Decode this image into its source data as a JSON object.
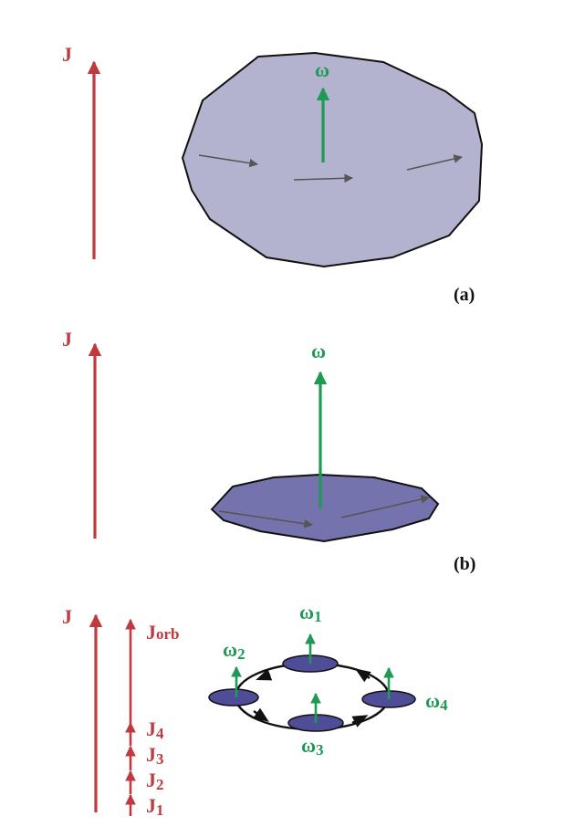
{
  "panel_a": {
    "j_label": "J",
    "omega_label": "ω",
    "caption": "(a)"
  },
  "panel_b": {
    "j_label": "J",
    "omega_label": "ω",
    "caption": "(b)"
  },
  "panel_c": {
    "j_label": "J",
    "j_orb_label": "J",
    "j_orb_sub": "orb",
    "j_components": [
      {
        "main": "J",
        "sub": "4"
      },
      {
        "main": "J",
        "sub": "3"
      },
      {
        "main": "J",
        "sub": "2"
      },
      {
        "main": "J",
        "sub": "1"
      }
    ],
    "omegas": [
      {
        "main": "ω",
        "sub": "1"
      },
      {
        "main": "ω",
        "sub": "2"
      },
      {
        "main": "ω",
        "sub": "3"
      },
      {
        "main": "ω",
        "sub": "4"
      }
    ]
  },
  "colors": {
    "angular_momentum": "#c0393f",
    "angular_velocity": "#1f9a55",
    "body_fill_a": "#b4b3cf",
    "body_fill_b": "#7573ae",
    "body_fill_c": "#4f4d97",
    "velocity_arrow": "#555555"
  }
}
